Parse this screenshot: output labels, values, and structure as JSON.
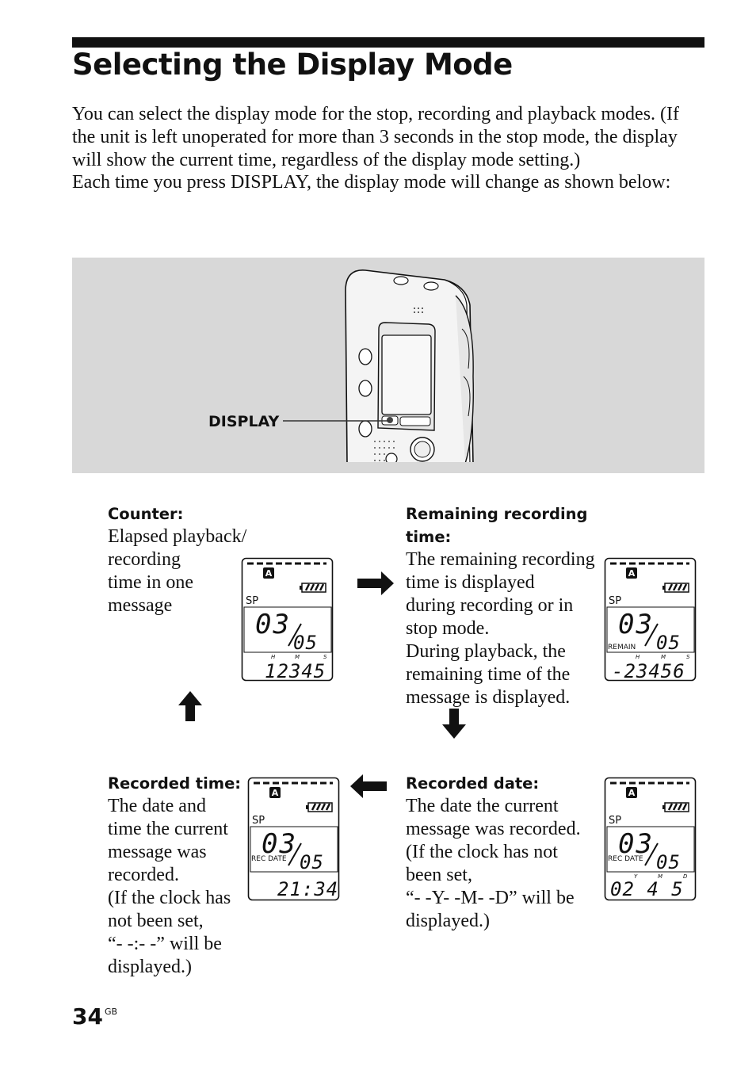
{
  "header": {
    "title": "Selecting the Display Mode"
  },
  "intro": {
    "para1": "You can select the display mode for the stop, recording and playback modes. (If the unit is left unoperated for more than 3 seconds in the stop mode, the display will show the current time, regardless of the display mode setting.)",
    "para2": "Each time you press DISPLAY, the display mode will change as shown below:"
  },
  "illustration": {
    "display_label": "DISPLAY"
  },
  "panels": {
    "counter": {
      "heading": "Counter:",
      "body": "Elapsed playback/\nrecording\ntime in one\nmessage",
      "lcd": {
        "mode": "SP",
        "message_no": "03",
        "total": "05",
        "sublabel": "",
        "units": [
          "H",
          "M",
          "S"
        ],
        "value": "12345"
      }
    },
    "remaining": {
      "heading": "Remaining recording time:",
      "body": "The remaining recording\ntime is displayed\nduring recording or in\nstop mode.\nDuring playback, the\nremaining time of the\nmessage is displayed.",
      "lcd": {
        "mode": "SP",
        "message_no": "03",
        "total": "05",
        "sublabel": "REMAIN",
        "units": [
          "H",
          "M",
          "S"
        ],
        "value": "-23456"
      }
    },
    "recorded_date": {
      "heading": "Recorded date:",
      "body": "The date the current\nmessage was recorded.\n(If the clock has not\nbeen set,\n“- -Y- -M- -D” will be\ndisplayed.)",
      "lcd": {
        "mode": "SP",
        "message_no": "03",
        "total": "05",
        "sublabel": "REC DATE",
        "units": [
          "Y",
          "M",
          "D"
        ],
        "value": "02 4 5"
      }
    },
    "recorded_time": {
      "heading": "Recorded time:",
      "body": "The date and\ntime the current\nmessage was\nrecorded.\n(If the clock has\nnot been set,\n“- -:- -” will be\ndisplayed.)",
      "lcd": {
        "mode": "SP",
        "message_no": "03",
        "total": "05",
        "sublabel": "REC DATE",
        "units": [],
        "value": "21:34"
      }
    }
  },
  "lcd_common": {
    "folder": "A"
  },
  "footer": {
    "page_number": "34",
    "page_suffix": "GB"
  }
}
